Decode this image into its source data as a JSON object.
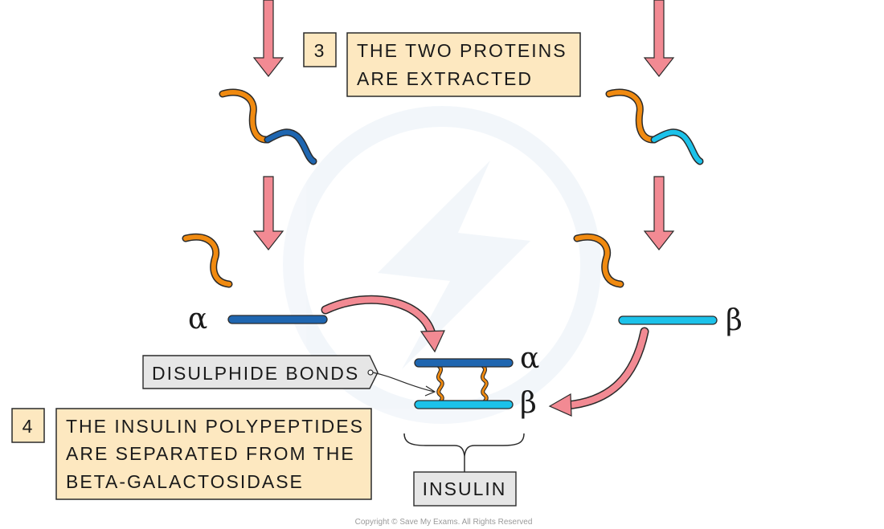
{
  "step3": {
    "number": "3",
    "line1": "THE TWO PROTEINS",
    "line2": "ARE EXTRACTED"
  },
  "step4": {
    "number": "4",
    "line1": "THE INSULIN POLYPEPTIDES",
    "line2": "ARE SEPARATED FROM THE",
    "line3": "BETA-GALACTOSIDASE"
  },
  "labels": {
    "disulphide": "DISULPHIDE  BONDS",
    "insulin": "INSULIN",
    "alpha_left": "α",
    "beta_right": "β",
    "alpha_insulin": "α",
    "beta_insulin": "β"
  },
  "footer": {
    "copyright": "Copyright © Save My Exams. All Rights Reserved"
  },
  "colors": {
    "orange": "#f08a10",
    "dark_blue": "#1f66b0",
    "light_blue": "#1cc2ea",
    "arrow_pink": "#f28a93",
    "box_yellow": "#fde8c0",
    "label_grey": "#e6e6e6"
  }
}
